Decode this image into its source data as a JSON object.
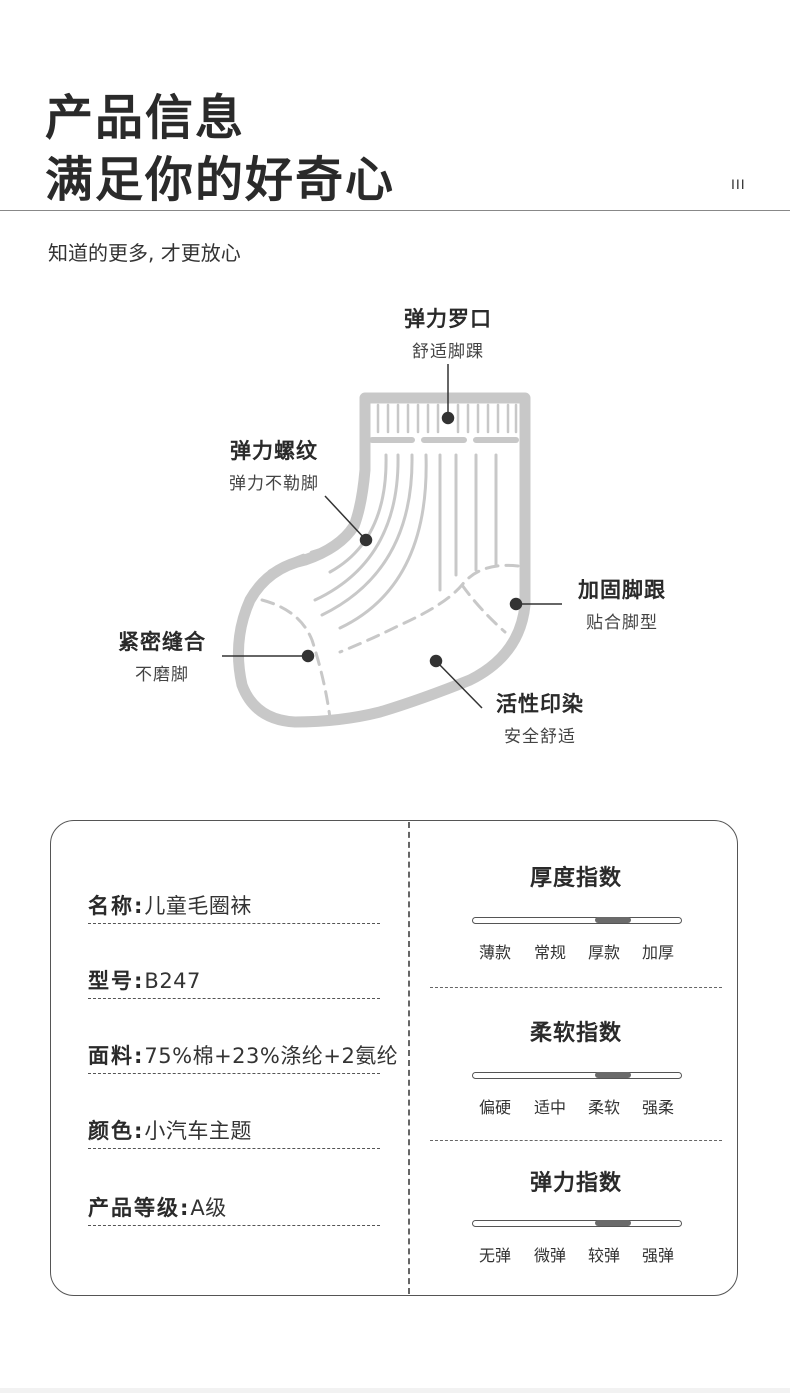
{
  "header": {
    "title_line1": "产品信息",
    "title_line2": "满足你的好奇心",
    "marker": "III",
    "subtitle": "知道的更多, 才更放心"
  },
  "features": {
    "cuff": {
      "title": "弹力罗口",
      "desc": "舒适脚踝"
    },
    "rib": {
      "title": "弹力螺纹",
      "desc": "弹力不勒脚"
    },
    "heel": {
      "title": "加固脚跟",
      "desc": "贴合脚型"
    },
    "toe": {
      "title": "紧密缝合",
      "desc": "不磨脚"
    },
    "print": {
      "title": "活性印染",
      "desc": "安全舒适"
    }
  },
  "specs": [
    {
      "key": "名称",
      "value": "儿童毛圈袜"
    },
    {
      "key": "型号",
      "value": "B247"
    },
    {
      "key": "面料",
      "value": "75%棉+23%涤纶+2氨纶"
    },
    {
      "key": "颜色",
      "value": "小汽车主题"
    },
    {
      "key": "产品等级",
      "value": "A级"
    }
  ],
  "indices": [
    {
      "title": "厚度指数",
      "levels": [
        "薄款",
        "常规",
        "厚款",
        "加厚"
      ],
      "selected": 2
    },
    {
      "title": "柔软指数",
      "levels": [
        "偏硬",
        "适中",
        "柔软",
        "强柔"
      ],
      "selected": 2
    },
    {
      "title": "弹力指数",
      "levels": [
        "无弹",
        "微弹",
        "较弹",
        "强弹"
      ],
      "selected": 2
    }
  ],
  "colors": {
    "ink": "#2a2a2a",
    "sock_outline": "#c8c8c8",
    "indicator": "#6a6a6a"
  }
}
